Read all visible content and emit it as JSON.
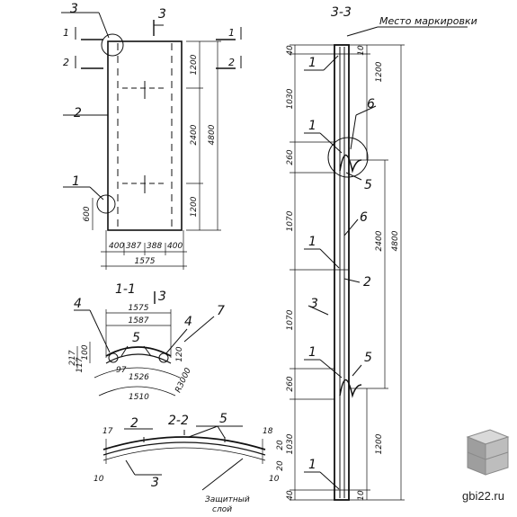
{
  "views": {
    "elevation": {
      "markers": [
        "3",
        "1",
        "2",
        "3",
        "1",
        "2"
      ]
    },
    "section_1_1": {
      "title": "1-1",
      "cut_marker": "3"
    },
    "section_2_2": {
      "title": "2-2"
    },
    "section_3_3": {
      "title": "3-3",
      "marking_place": "Место маркировки"
    }
  },
  "positions": {
    "e1": "1",
    "e2": "2",
    "s1a": "4",
    "s1b": "5",
    "s1c": "4",
    "s1d": "7",
    "s2a": "2",
    "s2b": "5",
    "s2c": "3",
    "s3_1a": "1",
    "s3_1b": "1",
    "s3_1c": "1",
    "s3_1d": "1",
    "s3_1e": "1",
    "s3_6a": "6",
    "s3_6b": "6",
    "s3_5a": "5",
    "s3_5b": "5",
    "s3_2": "2",
    "s3_3": "3"
  },
  "dimensions": {
    "elev_1200a": "1200",
    "elev_2400": "2400",
    "elev_4800": "4800",
    "elev_1200b": "1200",
    "elev_600": "600",
    "elev_400a": "400",
    "elev_387": "387",
    "elev_388": "388",
    "elev_400b": "400",
    "elev_1575": "1575",
    "s1_1575": "1575",
    "s1_1587": "1587",
    "s1_100": "100",
    "s1_217": "217",
    "s1_117": "117",
    "s1_97": "97",
    "s1_120": "120",
    "s1_1526": "1526",
    "s1_1510": "1510",
    "s1_r": "R3000",
    "s2_17": "17",
    "s2_18": "18",
    "s2_20a": "20",
    "s2_20b": "20",
    "s2_10a": "10",
    "s2_10b": "10",
    "s3_40a": "40",
    "s3_10a": "10",
    "s3_1200a": "1200",
    "s3_1030a": "1030",
    "s3_260a": "260",
    "s3_1070a": "1070",
    "s3_1070b": "1070",
    "s3_260b": "260",
    "s3_1030b": "1030",
    "s3_2400": "2400",
    "s3_4800": "4800",
    "s3_1200b": "1200",
    "s3_40b": "40",
    "s3_10b": "10"
  },
  "notes": {
    "cover": "Защитный\nслой"
  },
  "watermark": {
    "site": "gbi22.ru"
  }
}
